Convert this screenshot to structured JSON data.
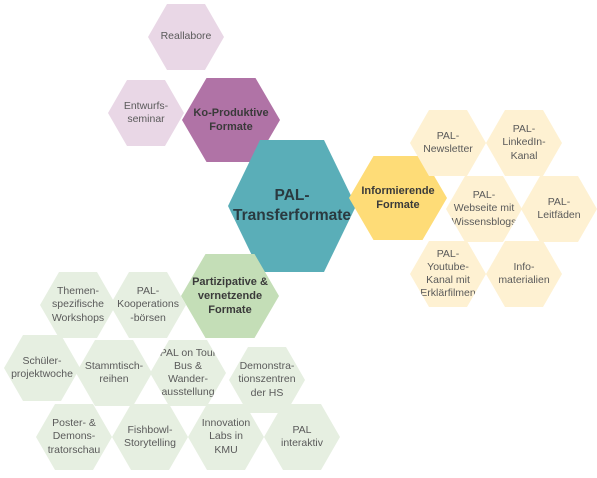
{
  "colors": {
    "center": "#5aaeb8",
    "ko_main": "#b073a6",
    "ko_light": "#e9d7e6",
    "inf_main": "#fedc77",
    "inf_light": "#fef1d2",
    "part_main": "#c4deb7",
    "part_light": "#e6efe1"
  },
  "center": {
    "label": "PAL-\nTransferformate"
  },
  "ko": {
    "label": "Ko-Produktive\nFormate",
    "items": [
      "Reallabore",
      "Entwurfs-\nseminar"
    ]
  },
  "inf": {
    "label": "Informierende\nFormate",
    "items": [
      "PAL-\nNewsletter",
      "PAL-\nLinkedIn-\nKanal",
      "PAL-\nWebseite mit\nWissensblogs",
      "PAL-\nLeitfäden",
      "PAL-\nYoutube-\nKanal mit\nErklärfilmen",
      "Info-\nmaterialien"
    ]
  },
  "part": {
    "label": "Partizipative &\nvernetzende\nFormate",
    "items": [
      "Themen-\nspezifische\nWorkshops",
      "PAL-\nKooperations\n-börsen",
      "Schüler-\nprojektwoche",
      "Stammtisch-\nreihen",
      "PAL on Tour\nBus & Wander-\nausstellung",
      "Demonstra-\ntionszentren\nder HS",
      "Poster- &\nDemons-\ntratorschau",
      "Fishbowl-\nStorytelling",
      "Innovation\nLabs in KMU",
      "PAL\ninteraktiv"
    ]
  }
}
